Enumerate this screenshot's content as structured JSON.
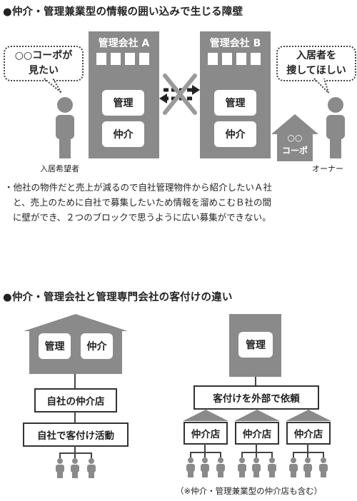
{
  "section1": {
    "title": "●仲介・管理兼業型の情報の囲い込みで生じる障壁",
    "company_a": {
      "label": "管理会社 A",
      "box1": "管理",
      "box2": "仲介"
    },
    "company_b": {
      "label": "管理会社 B",
      "box1": "管理",
      "box2": "仲介"
    },
    "left_bubble": {
      "line1": "○○コーポが",
      "line2": "見たい"
    },
    "right_bubble": {
      "line1": "入居者を",
      "line2": "捜してほしい"
    },
    "house_label": {
      "line1": "○○",
      "line2": "コーポ"
    },
    "left_caption": "入居希望者",
    "right_caption": "オーナー",
    "note_line1": "・他社の物件だと売上が減るので自社管理物件から紹介したいＡ社",
    "note_line2": "と、売上のために自社で募集したいため情報を溜めこむＢ社の間",
    "note_line3": "に壁ができ、２つのブロックで思うように広い募集ができない。"
  },
  "section2": {
    "title": "●仲介・管理会社と管理専門会社の客付けの違い",
    "left": {
      "box1": "管理",
      "box2": "仲介",
      "store": "自社の仲介店",
      "activity": "自社で客付け活動"
    },
    "right": {
      "box": "管理",
      "request": "客付けを外部で依頼",
      "agencies": [
        "仲介店",
        "仲介店",
        "仲介店"
      ],
      "footnote": "（※仲介・管理兼業型の仲介店も含む）"
    }
  }
}
